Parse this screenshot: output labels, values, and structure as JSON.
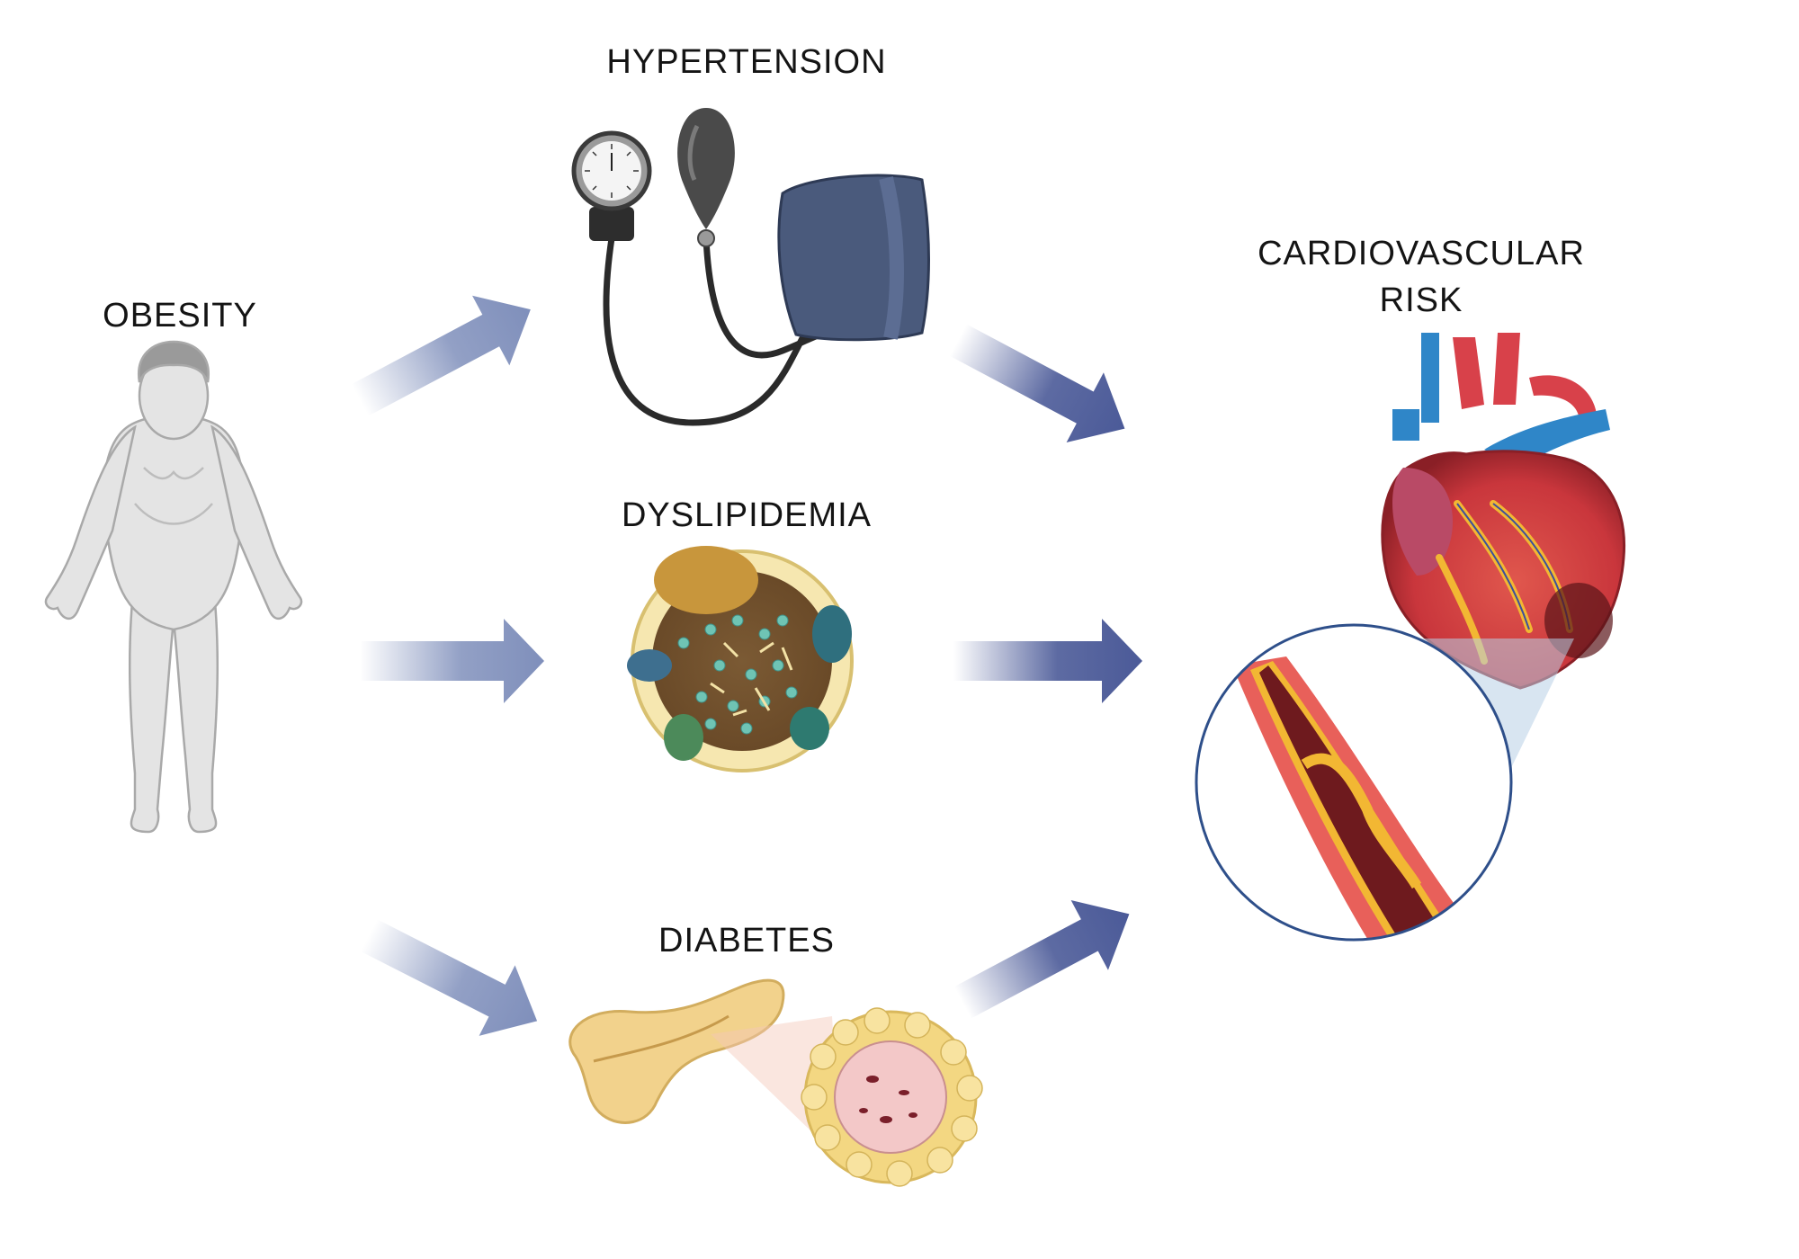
{
  "labels": {
    "obesity": "OBESITY",
    "hypertension": "HYPERTENSION",
    "dyslipidemia": "DYSLIPIDEMIA",
    "diabetes": "DIABETES",
    "cardiovascular_line1": "CARDIOVASCULAR",
    "cardiovascular_line2": "RISK"
  },
  "colors": {
    "arrow_left": "#7f8fbb",
    "arrow_right": "#4b5a98",
    "cuff": "#4a5a7c",
    "heart_red": "#d8414a",
    "vessel_blue": "#2f86c8",
    "plaque_yellow": "#f2b733"
  },
  "icons": [
    "obese-person-icon",
    "blood-pressure-monitor-icon",
    "lipoprotein-particle-icon",
    "pancreas-icon",
    "heart-icon",
    "artery-plaque-icon"
  ]
}
